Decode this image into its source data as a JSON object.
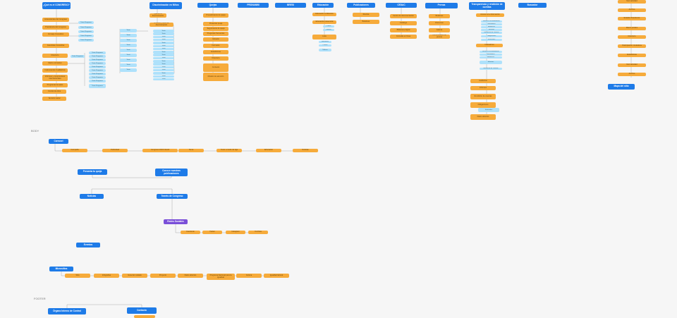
{
  "top": {
    "blue": [
      "¿Qué es el CONGRESO?",
      "Discriminación en Niños",
      "Quejas",
      "PRONAMNI",
      "BRESI",
      "Educación",
      "Publicaciones",
      "CEDAC",
      "Prensa",
      "Transparencia y rendición de cuentas",
      "Buscador",
      "Mapa del sitio"
    ],
    "col1_main": [
      "Antecedentes del Congreso",
      "Presidencia del Congreso",
      "Consejo Consultivo",
      "Asamblea Consultiva",
      "Directorio",
      "Marco normativo",
      "Instrumentos Cualitativos",
      "Informes y compromisos internacionales",
      "Programas Anuales",
      "Comité de ética",
      "Servicio social"
    ],
    "col1_sub": [
      "Texto Programa",
      "Texto Programa",
      "Texto Programa",
      "Texto Programa",
      "Texto Programa",
      "Texto Programa"
    ],
    "col2_main": [
      "Qué es la discriminación",
      "Ámbitos y tipos de discriminación"
    ],
    "col2_sub": [
      "Texto",
      "Texto",
      "Texto",
      "Texto",
      "Texto",
      "Texto",
      "Texto",
      "Texto",
      "Texto",
      "Texto",
      "Texto",
      "Texto",
      "Texto",
      "Texto",
      "Texto",
      "Texto",
      "Texto",
      "Texto"
    ],
    "quejas": [
      "Procedimiento de queja",
      "Presentar queja",
      "Seguimiento de queja",
      "Preguntas frecuentes",
      "Glosario",
      "Formatos",
      "Estadísticas",
      "Directorio",
      "Contacto",
      "Modelo de atención"
    ],
    "educacion": [
      "Educación a distancia",
      "Educación presencial"
    ],
    "educacion_sub": [
      "Cursos",
      "Talleres",
      "Lista",
      "Materiales"
    ],
    "pubs": [
      "Revista",
      "Boletines"
    ],
    "cedac": [
      "Centro de documentación",
      "Catálogo",
      "Biblioteca digital",
      "Consulta en línea"
    ],
    "prensa": [
      "Boletines",
      "Discursos",
      "Galería",
      "Comunicados de prensa"
    ],
    "transp": [
      "Acceso a la información",
      "Indicadores",
      "Auditorías",
      "Informes",
      "Rendición de cuentas",
      "Obligaciones",
      "Solicitudes",
      "Datos abiertos"
    ],
    "right_col": [
      "Normatividad",
      "Archivo",
      "Estados financieros",
      "Marco jurídico",
      "Directorio",
      "Participación ciudadana",
      "Estadísticas"
    ]
  },
  "sections": {
    "body": "BODY",
    "footer": "FOOTER"
  },
  "body": {
    "carrusel": "Carrusel",
    "carrusel_items": [
      "Campaña",
      "Publicidad",
      "Congreso 2019 Infantil",
      "Tema",
      "Texto a modo de liga",
      "Educación",
      "Noticias"
    ],
    "presenta": "Presenta tu queja",
    "conoce": "Conoce nuestras publicaciones",
    "noticias": "Noticias",
    "tweets": "Tweets de Congreso",
    "redes": "Redes Sociales",
    "redes_items": [
      "Facebook",
      "Twitter",
      "Instagram",
      "YouTube"
    ],
    "eventos": "Eventos",
    "micrositios": "Micrositios",
    "micro_items": [
      "Sitio",
      "Infografías",
      "Guía del cuidado",
      "Proyecto",
      "Datos abiertos",
      "Programa Nacional para la Igualdad",
      "Cultura",
      "Igualdad laboral"
    ]
  },
  "footer": {
    "organo": "Órgano Interno de Control",
    "contacto": "Contacto"
  }
}
